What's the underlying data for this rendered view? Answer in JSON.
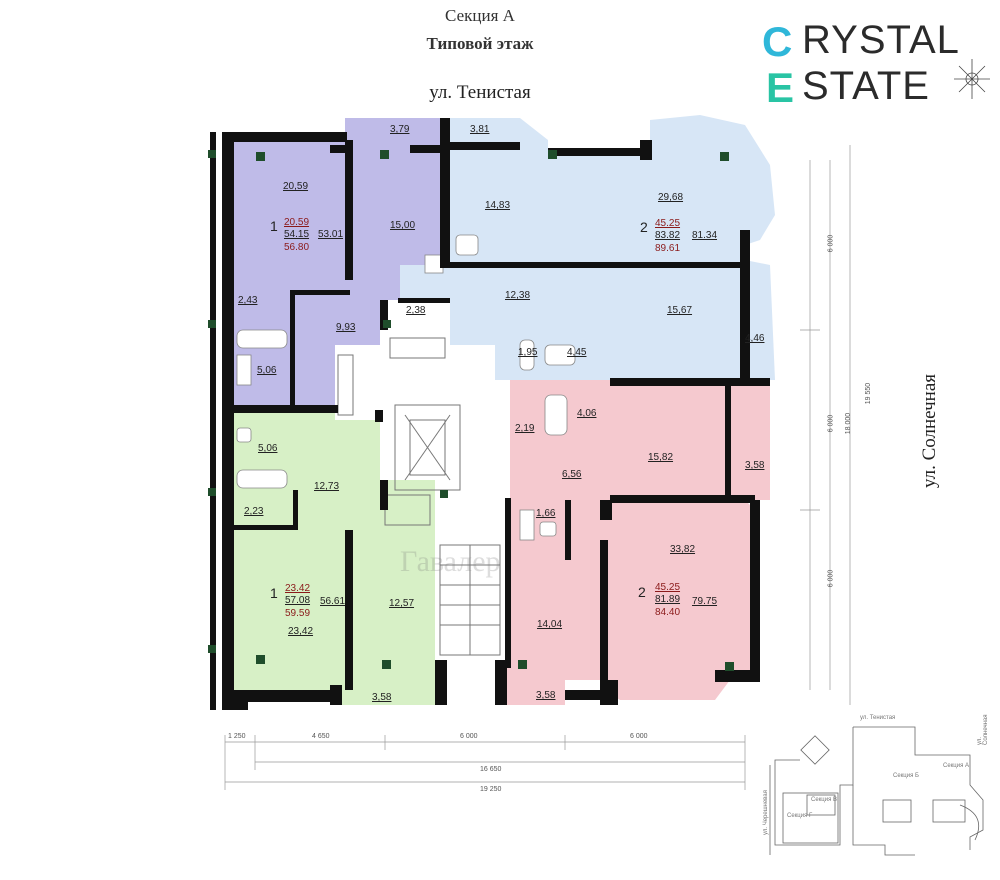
{
  "header": {
    "section": "Секция А",
    "floor": "Типовой этаж"
  },
  "streets": {
    "top": "ул. Тенистая",
    "right": "ул. Солнечная"
  },
  "logo": {
    "line1_accent": "C",
    "line1_rest": "RYSTAL",
    "line2_accent": "E",
    "line2_rest": "STATE",
    "colors": {
      "c": "#2fb7d9",
      "e": "#29c4a4"
    }
  },
  "colors": {
    "purple": "#bfbbe8",
    "blue": "#d7e6f6",
    "pink": "#f5c9cf",
    "green": "#d7f0c6",
    "wall": "#111111"
  },
  "apartments": {
    "a1_top": {
      "rooms": "1",
      "v1": "20.59",
      "v2": "54.15",
      "v3": "56.80",
      "side": "53.01"
    },
    "a2_top": {
      "rooms": "2",
      "v1": "45.25",
      "v2": "83.82",
      "v3": "89.61",
      "side": "81.34"
    },
    "a2_bottom": {
      "rooms": "2",
      "v1": "45.25",
      "v2": "81.89",
      "v3": "84.40",
      "side": "79.75"
    },
    "a1_bottom": {
      "rooms": "1",
      "v1": "23.42",
      "v2": "57.08",
      "v3": "59.59",
      "side": "56.61"
    }
  },
  "rooms": {
    "r_3_79": "3,79",
    "r_3_81": "3,81",
    "r_20_59": "20,59",
    "r_15_00": "15,00",
    "r_14_83": "14,83",
    "r_29_68": "29,68",
    "r_2_43": "2,43",
    "r_9_93": "9,93",
    "r_2_38": "2,38",
    "r_12_38": "12,38",
    "r_15_67": "15,67",
    "r_4_46": "4,46",
    "r_5_06a": "5,06",
    "r_1_95": "1,95",
    "r_4_45": "4,45",
    "r_4_06": "4,06",
    "r_2_19": "2,19",
    "r_15_82": "15,82",
    "r_3_58a": "3,58",
    "r_5_06b": "5,06",
    "r_12_73": "12,73",
    "r_6_56": "6,56",
    "r_2_23": "2,23",
    "r_1_66": "1,66",
    "r_33_82": "33,82",
    "r_12_57": "12,57",
    "r_23_42": "23,42",
    "r_14_04": "14,04",
    "r_3_58b": "3,58",
    "r_3_58c": "3,58"
  },
  "dimensions": {
    "bottom_segments": [
      "1 250",
      "4 650",
      "6 000",
      "6 000"
    ],
    "bottom_total_inner": "16 650",
    "bottom_total": "19 250",
    "right_segments": [
      "6 000",
      "6 000",
      "6 000"
    ],
    "right_total_inner": "18 000",
    "right_total": "19 550"
  },
  "watermark": "Гавалер",
  "minimap": {
    "street_top": "ул. Тенистая",
    "street_right": "ул. Солнечная",
    "street_left": "ул. Черешневая",
    "sec_a": "Секция А",
    "sec_b": "Секция Б",
    "sec_v": "Секция В",
    "sec_g": "Секция Г"
  }
}
